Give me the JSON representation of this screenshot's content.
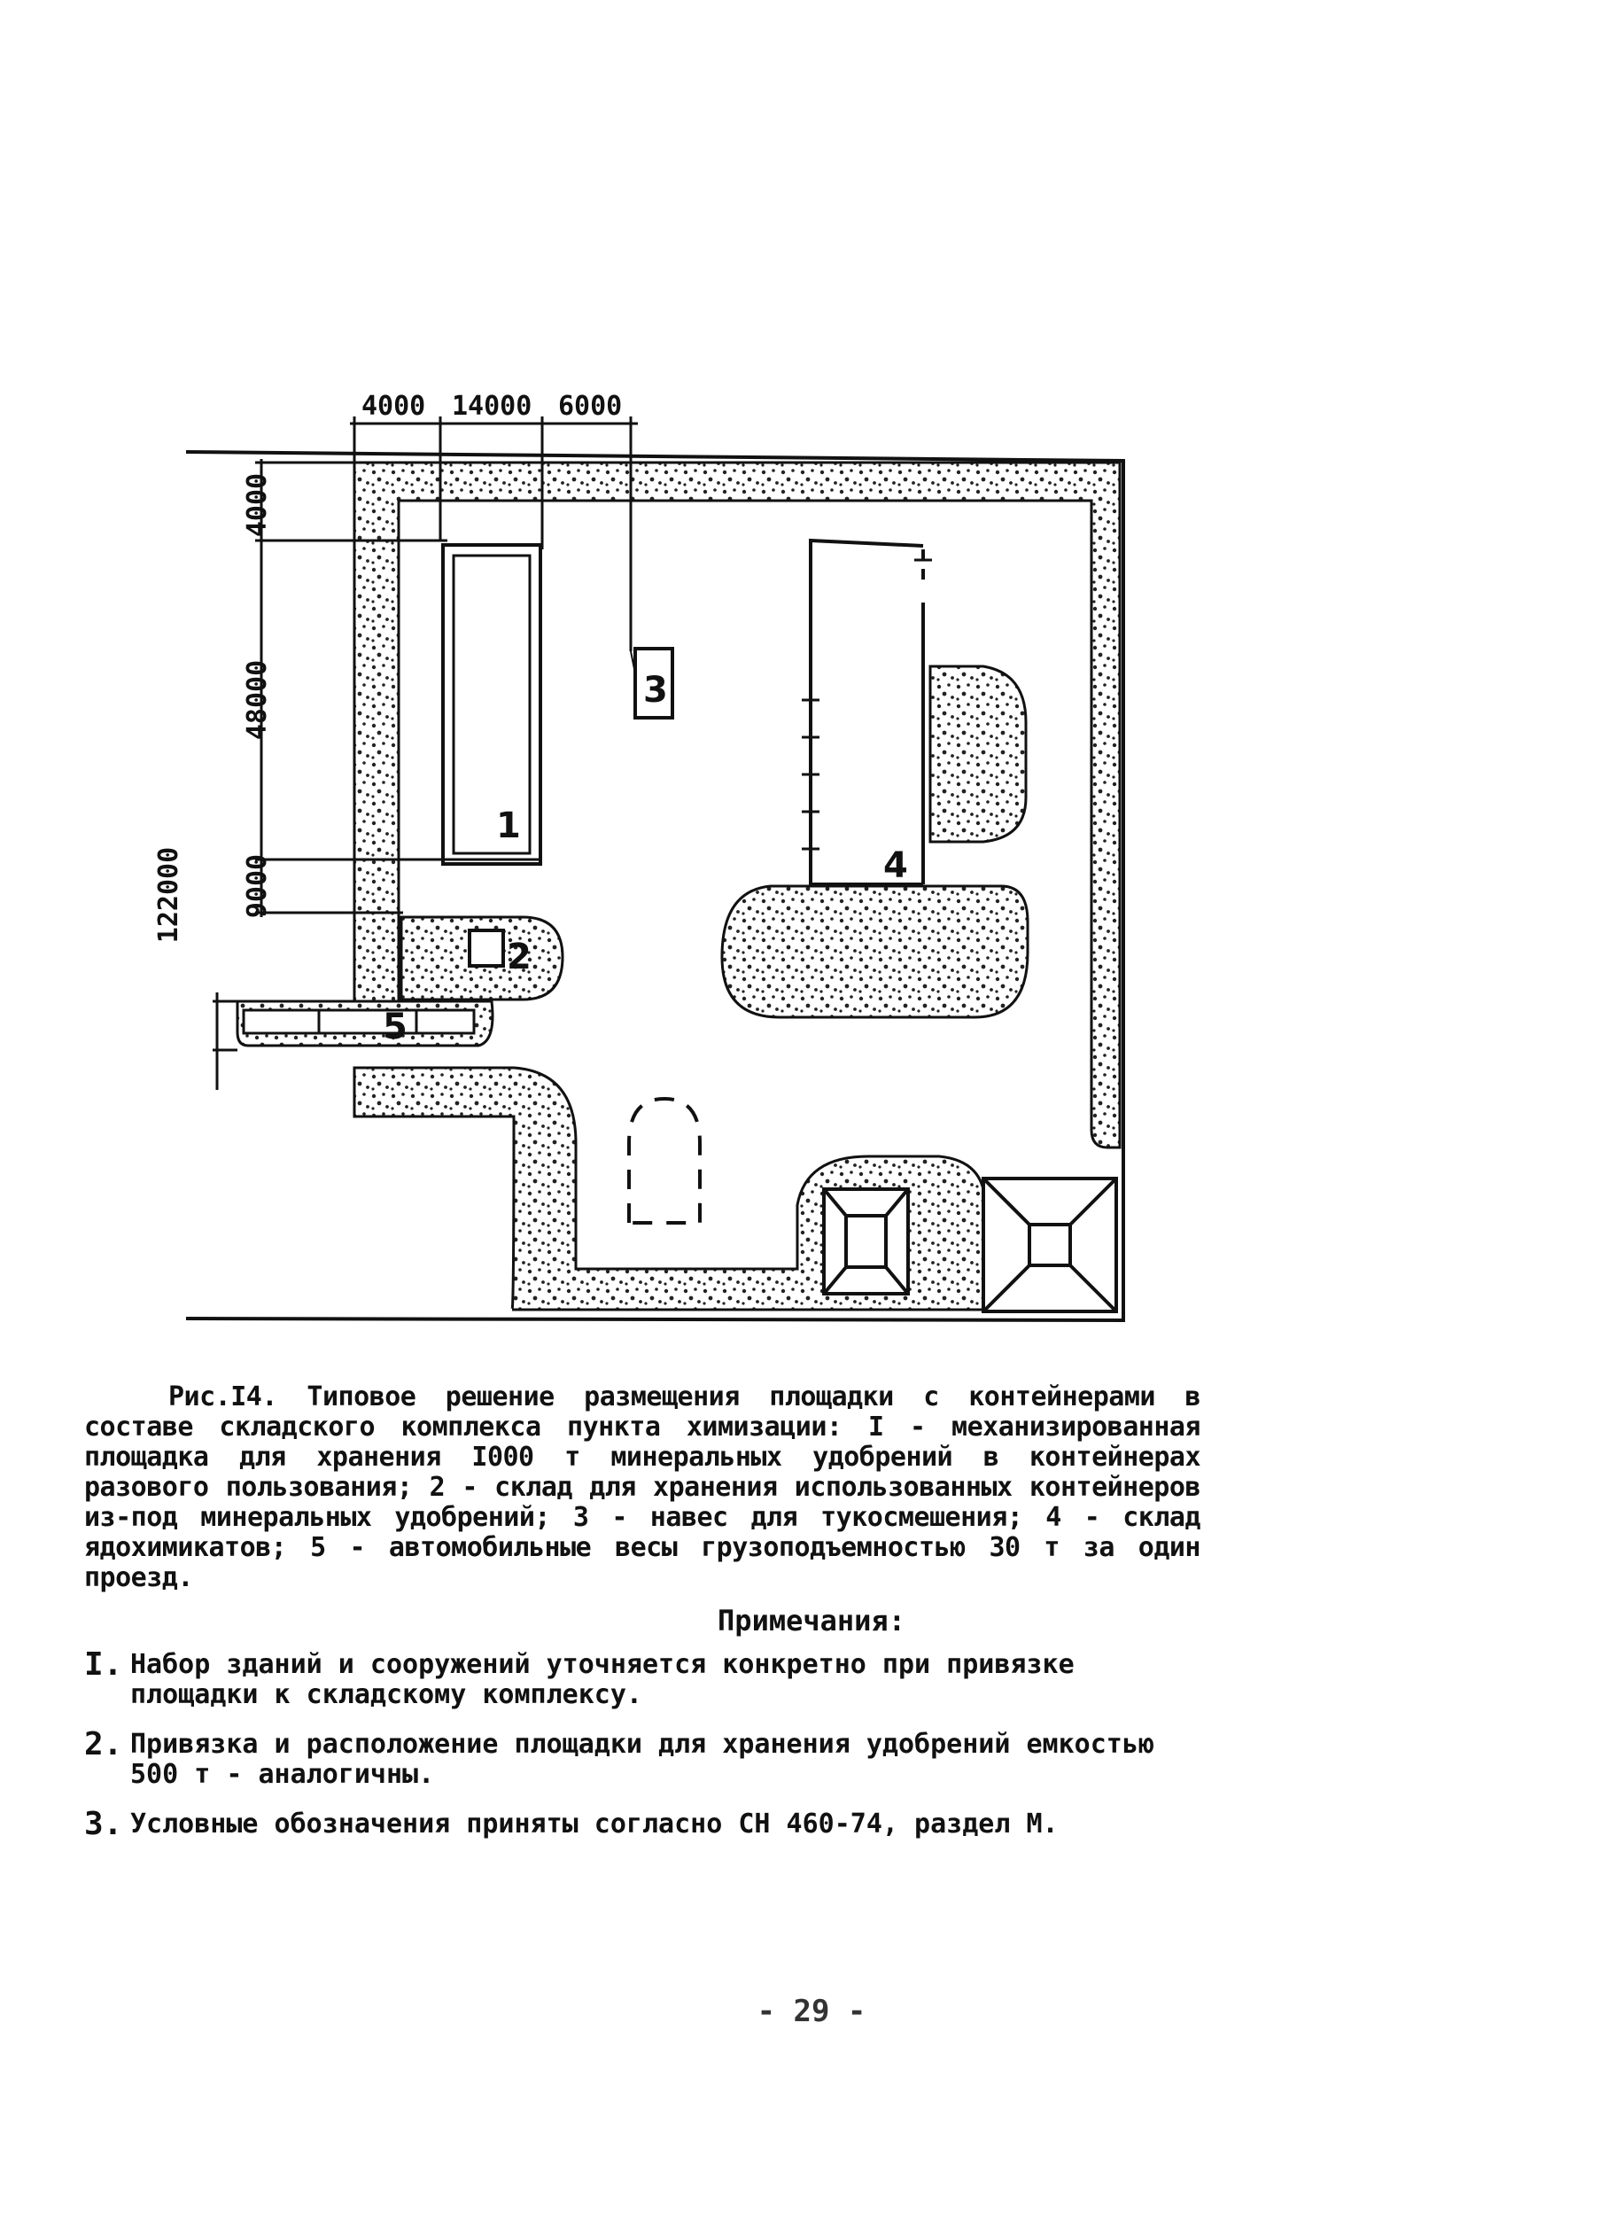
{
  "plan": {
    "dimensions_top": [
      "4000",
      "14000",
      "6000"
    ],
    "dimensions_left": [
      "4000",
      "48000",
      "9000",
      "122000"
    ],
    "labels": [
      "1",
      "2",
      "3",
      "4",
      "5"
    ]
  },
  "caption": {
    "text": "Рис.I4. Типовое решение размещения площадки с контейнерами в составе складского комплекса пункта химизации: I - механизированная площадка для хранения I000 т минеральных удобрений в контейнерах разового пользования; 2 - склад для хранения использованных контейнеров из-под минеральных удобрений; 3 - навес для тукосмешения; 4 - склад ядохимикатов; 5 - автомобильные весы грузоподъемностью 30 т за один проезд."
  },
  "notes": {
    "title": "Примечания:",
    "items": [
      {
        "num": "I.",
        "text": "Набор зданий и сооружений уточняется конкретно при привязке площадки к складскому комплексу."
      },
      {
        "num": "2.",
        "text": "Привязка и расположение площадки для хранения удобрений емкостью 500 т - аналогичны."
      },
      {
        "num": "3.",
        "text": "Условные обозначения приняты согласно СН 460-74, раздел М."
      }
    ]
  },
  "page_number": "- 29 -"
}
